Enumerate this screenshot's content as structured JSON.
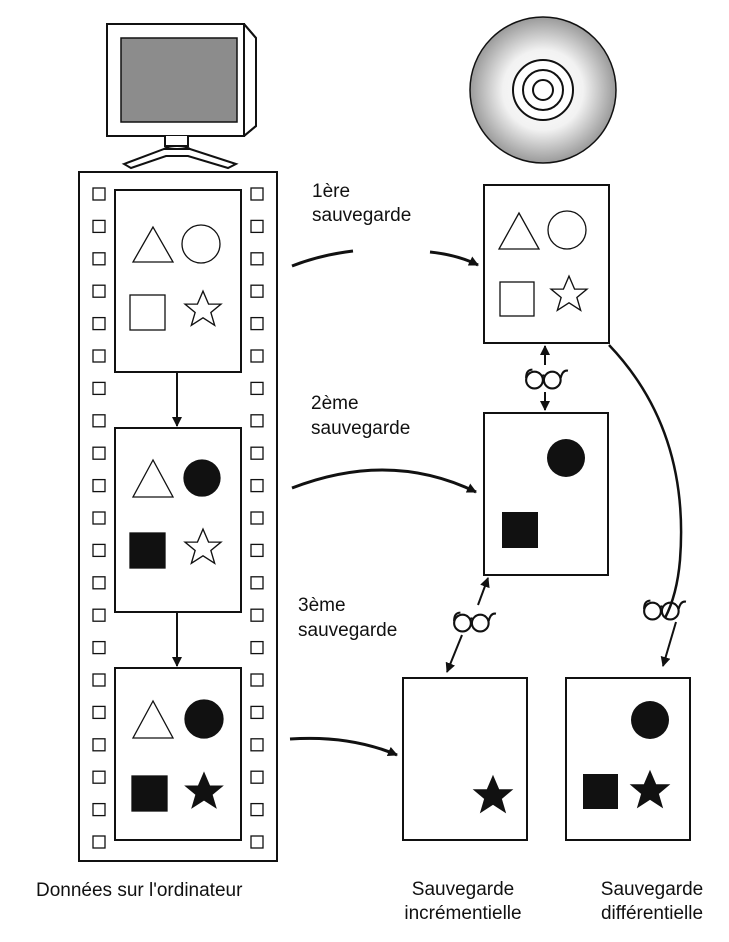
{
  "labels": {
    "step1_line1": "1ère",
    "step1_line2": "sauvegarde",
    "step2_line1": "2ème",
    "step2_line2": "sauvegarde",
    "step3_line1": "3ème",
    "step3_line2": "sauvegarde",
    "computer_data": "Données sur l'ordinateur",
    "incremental_line1": "Sauvegarde",
    "incremental_line2": "incrémentielle",
    "differential_line1": "Sauvegarde",
    "differential_line2": "différentielle"
  },
  "icons": {
    "computer": "monitor-icon",
    "storage": "cd-disc-icon",
    "compare": "glasses-icon"
  },
  "colors": {
    "stroke": "#111111",
    "fill": "#111111",
    "screen": "#8c8c8c",
    "background": "#ffffff"
  }
}
